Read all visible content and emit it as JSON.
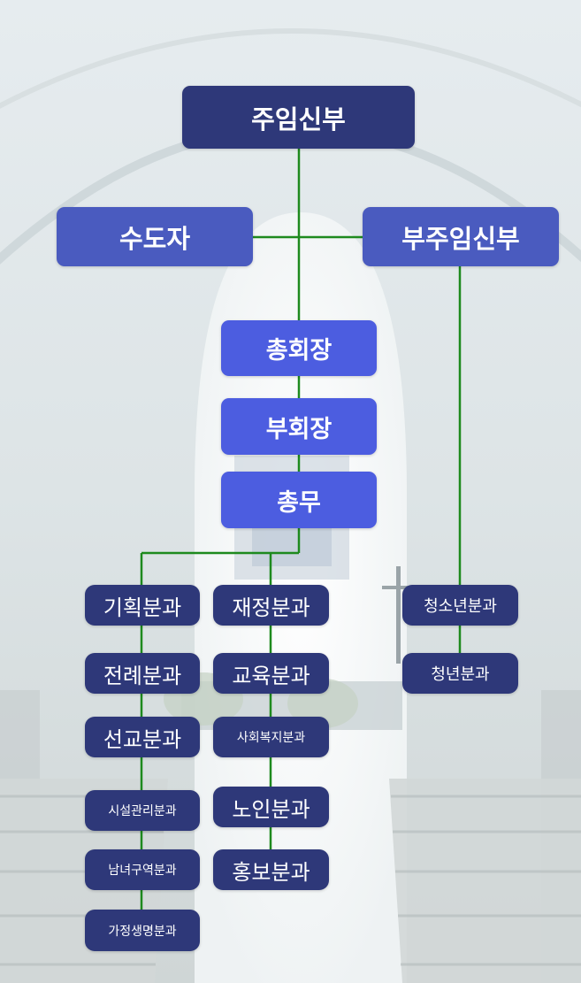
{
  "diagram": {
    "colors": {
      "top": "#2e3879",
      "mid": "#4a5bbf",
      "exec": "#4c5de0",
      "connector": "#1e8a1e"
    },
    "nodes": {
      "pastor": "주임신부",
      "religious": "수도자",
      "assistant_pastor": "부주임신부",
      "president": "총회장",
      "vice_president": "부회장",
      "secretary": "총무",
      "planning": "기획분과",
      "finance": "재정분과",
      "youth_teen": "청소년분과",
      "liturgy": "전례분과",
      "education": "교육분과",
      "young_adult": "청년분과",
      "mission": "선교분과",
      "social_welfare": "사회복지분과",
      "facilities": "시설관리분과",
      "elderly": "노인분과",
      "district": "남녀구역분과",
      "pr": "홍보분과",
      "family_life": "가정생명분과"
    }
  }
}
